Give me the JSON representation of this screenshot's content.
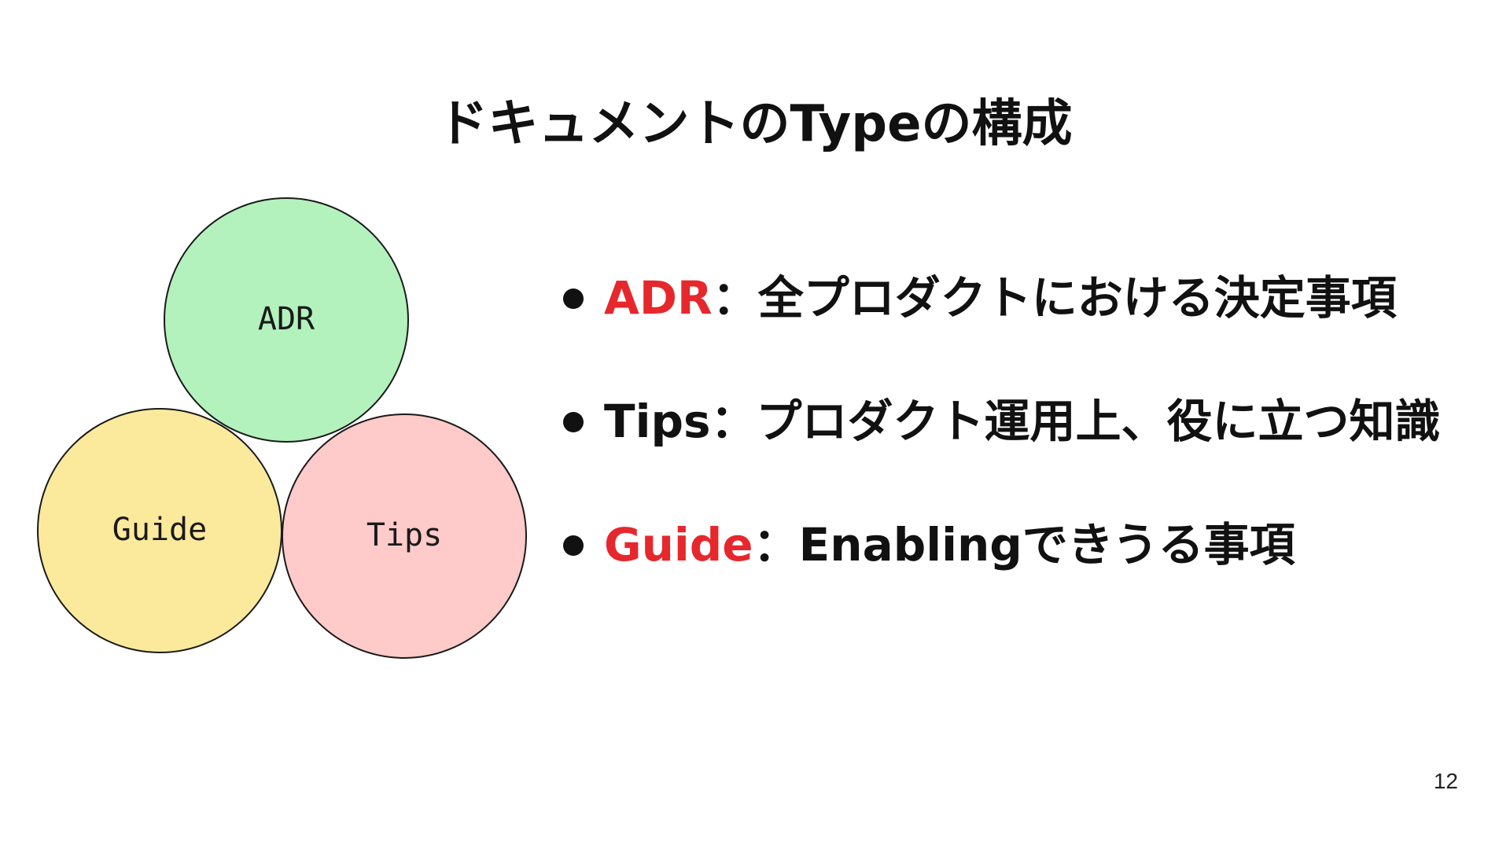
{
  "slide": {
    "title": "ドキュメントのTypeの構成",
    "page_number": "12"
  },
  "diagram": {
    "circles": [
      {
        "label": "ADR",
        "fill": "#b3f2bd"
      },
      {
        "label": "Guide",
        "fill": "#fcea9c"
      },
      {
        "label": "Tips",
        "fill": "#fecaca"
      }
    ]
  },
  "bullets": [
    {
      "term": "ADR",
      "separator": "：",
      "description": "全プロダクトにおける決定事項",
      "term_color": "#e6282d"
    },
    {
      "term": "Tips",
      "separator": "：",
      "description": "プロダクト運用上、役に立つ知識",
      "term_color": "#111111"
    },
    {
      "term": "Guide",
      "separator": "：",
      "description": "Enablingできうる事項",
      "term_color": "#e6282d"
    }
  ],
  "colors": {
    "accent_red": "#e6282d",
    "text": "#111111",
    "background": "#ffffff"
  }
}
